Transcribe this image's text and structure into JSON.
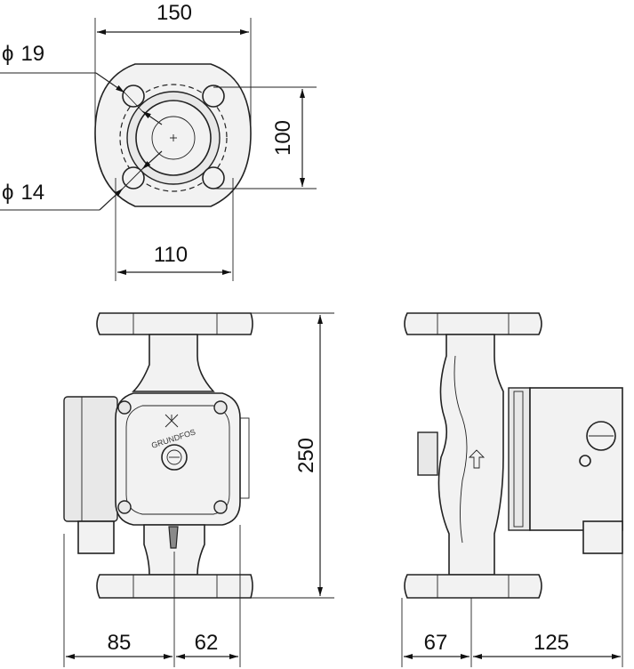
{
  "dimensions": {
    "flange_width": "150",
    "hole_spacing_vertical": "100",
    "hole_spacing_horizontal": "110",
    "overall_height": "250",
    "width_left": "85",
    "width_right": "62",
    "side_left": "67",
    "side_right": "125",
    "diameter_19": "19",
    "diameter_14": "14"
  },
  "symbols": {
    "diameter": "ϕ"
  },
  "brand": {
    "logo_text": "GRUNDFOS"
  }
}
